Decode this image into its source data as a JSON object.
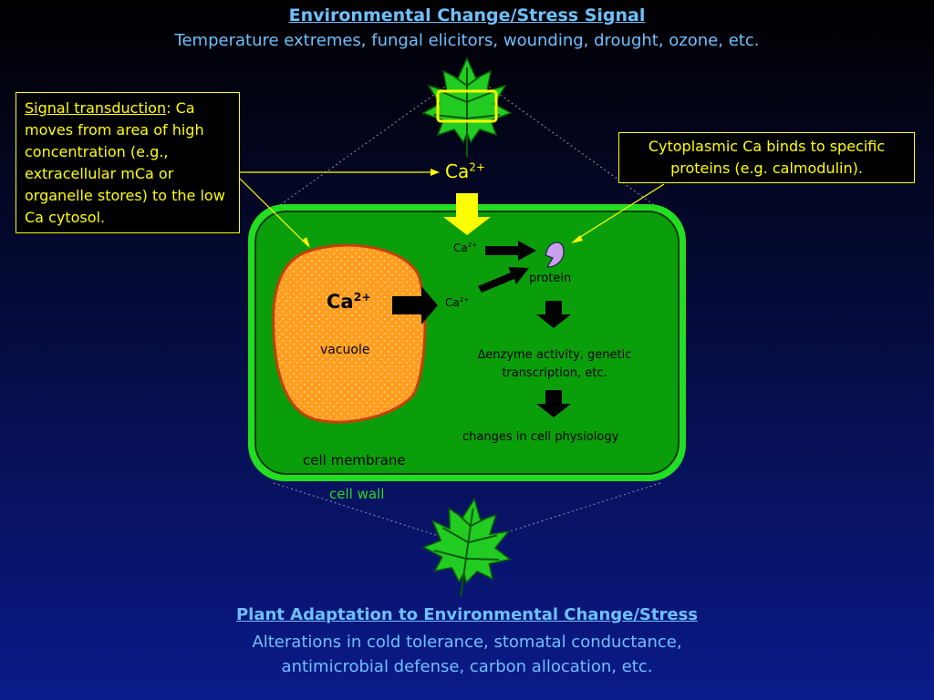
{
  "header": {
    "title": "Environmental Change/Stress Signal",
    "subtitle": "Temperature extremes, fungal elicitors, wounding, drought, ozone, etc."
  },
  "footer": {
    "title": "Plant Adaptation to Environmental Change/Stress",
    "subtitle_line1": "Alterations in cold tolerance, stomatal conductance,",
    "subtitle_line2": "antimicrobial defense, carbon allocation, etc."
  },
  "notes": {
    "signal_transduction": {
      "heading": "Signal transduction",
      "body": ": Ca moves from area of high concentration (e.g., extracellular mCa or organelle stores) to the low Ca cytosol."
    },
    "cytoplasmic": "Cytoplasmic Ca binds to specific proteins (e.g. calmodulin)."
  },
  "cell": {
    "ca_base": "Ca",
    "ca_charge": "2+",
    "vacuole_label": "vacuole",
    "protein_label": "protein",
    "enzyme_line1": "∆enzyme activity, genetic",
    "enzyme_line2": "transcription, etc.",
    "changes_label": "changes in cell physiology",
    "membrane_label": "cell membrane",
    "wall_label": "cell wall"
  },
  "colors": {
    "accent_text": "#6ec0ff",
    "note": "#ffff00",
    "cell_fill": "#0a9e0a",
    "cell_wall": "#22dd22",
    "vacuole_fill": "#ff9d1e",
    "vacuole_edge": "#c2410c",
    "protein_fill": "#c8a0f0",
    "leaf": "#22cc22"
  }
}
